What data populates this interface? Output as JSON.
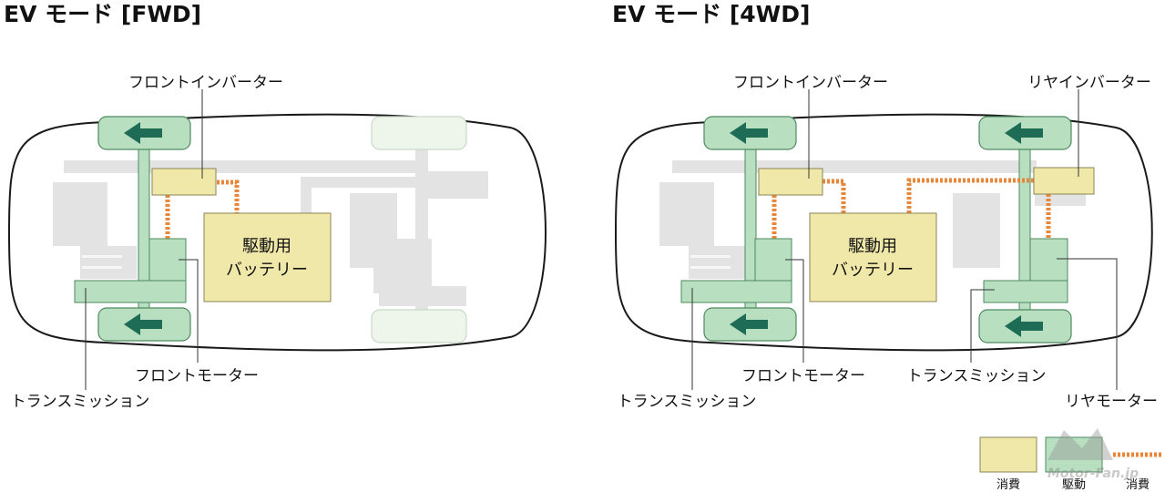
{
  "titles": {
    "fwd": "EV モード [FWD]",
    "awd": "EV モード [4WD]"
  },
  "labels": {
    "front_inverter": "フロントインバーター",
    "rear_inverter": "リヤインバーター",
    "battery_line1": "駆動用",
    "battery_line2": "バッテリー",
    "front_motor": "フロントモーター",
    "rear_motor": "リヤモーター",
    "transmission": "トランスミッション"
  },
  "legend": {
    "consumption": "消費",
    "drive": "駆動",
    "consumption_line": "消費"
  },
  "watermark": {
    "logo": "MF",
    "site": "Motor-Fan.jp"
  },
  "colors": {
    "consumption_fill": "#f0e8a8",
    "drive_fill": "#b7dfc0",
    "drive_stroke": "#4f8a5f",
    "power_line": "#e8873a",
    "arrow": "#1e6b56",
    "chassis_gray": "#e3e3e3",
    "inactive_wheel": "#eef6ec"
  },
  "icons": {
    "wheel_arrow": "arrow-left-icon"
  }
}
